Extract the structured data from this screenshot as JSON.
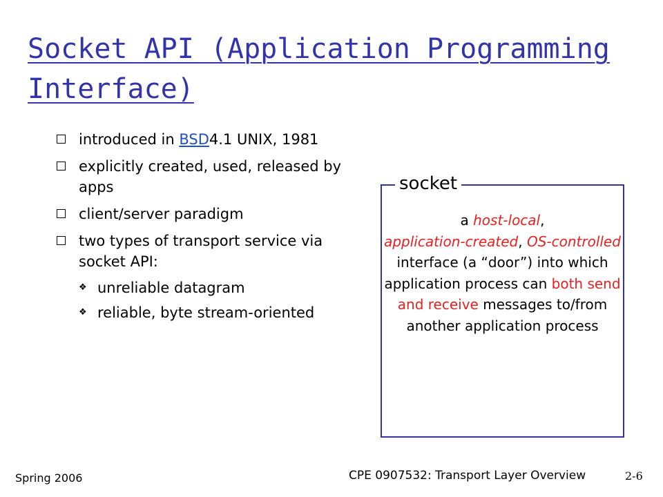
{
  "slide": {
    "title": "Socket API (Application Programming Interface)",
    "bullets": {
      "b1_pre": "introduced in ",
      "b1_link": "BSD",
      "b1_post": "4.1 UNIX, 1981",
      "b2": "explicitly created, used, released by apps",
      "b3": "client/server paradigm",
      "b4": "two types of transport service via socket API:",
      "sub": [
        "unreliable datagram",
        "reliable, byte stream-oriented"
      ]
    },
    "socket": {
      "label": "socket",
      "d1": "a ",
      "d2": "host-local",
      "d3": ",",
      "d4": "application-created",
      "d5": ",",
      "d6": "OS-controlled",
      "d7": " interface (a “door”) into which application process can ",
      "d8": "both send and receive",
      "d9": " messages to/from another application process"
    },
    "footer": {
      "left": "Spring 2006",
      "center": "CPE 0907532: Transport Layer Overview",
      "page": "2-6"
    }
  }
}
